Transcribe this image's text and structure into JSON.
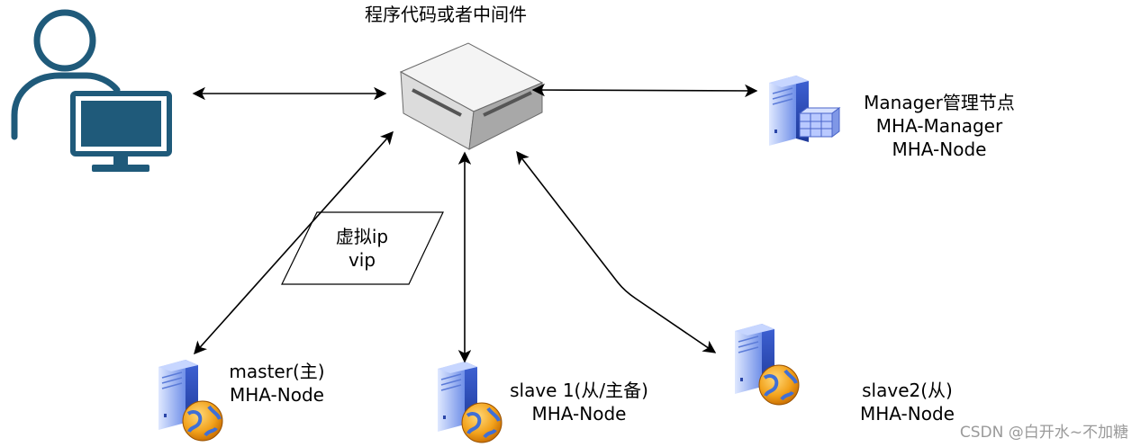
{
  "middleware": {
    "title": "程序代码或者中间件"
  },
  "manager": {
    "lines": [
      "Manager管理节点",
      "MHA-Manager",
      "MHA-Node"
    ]
  },
  "vip": {
    "lines": [
      "虚拟ip",
      "vip"
    ]
  },
  "master": {
    "lines": [
      "master(主)",
      "MHA-Node"
    ]
  },
  "slave1": {
    "lines": [
      "slave 1(从/主备)",
      "MHA-Node"
    ]
  },
  "slave2": {
    "lines": [
      "slave2(从)",
      "MHA-Node"
    ]
  },
  "watermark": "CSDN @白开水~不加糖",
  "colors": {
    "user": "#1f5a7a",
    "server_light": "#a9c4ff",
    "server_dark": "#2f4fbf",
    "globe": "#f2a21c"
  },
  "icons": [
    "user-computer-icon",
    "switch-box-icon",
    "database-server-icon",
    "web-server-icon"
  ]
}
